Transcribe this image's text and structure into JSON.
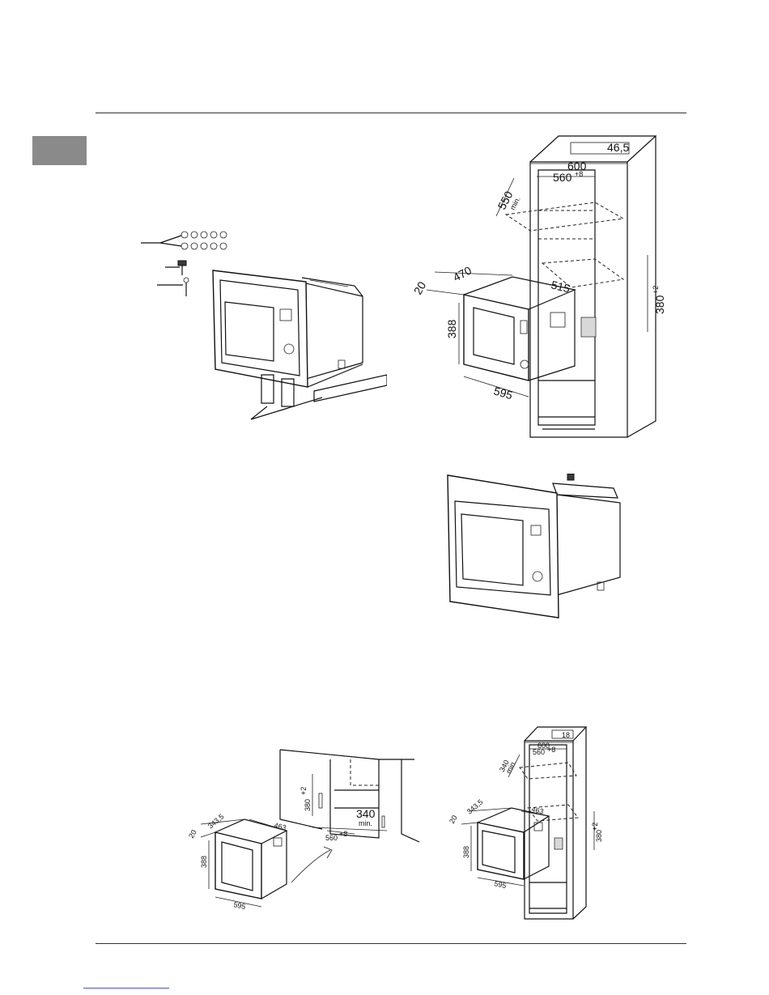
{
  "figure_top_right": {
    "dims": {
      "d_46_5": "46,5",
      "d_600": "600",
      "d_560": "560",
      "d_560_tol": "+8",
      "d_550": "550",
      "d_550_min": "min.",
      "d_470": "470",
      "d_20": "20",
      "d_515": "515",
      "d_388": "388",
      "d_380": "380",
      "d_380_tol": "+2",
      "d_595": "595"
    }
  },
  "figure_bottom_left": {
    "dims": {
      "d_380": "380",
      "d_380_tol": "+2",
      "d_340": "340",
      "d_340_min": "min.",
      "d_560": "560",
      "d_560_tol": "+8",
      "d_20": "20",
      "d_343_5": "343,5",
      "d_463": "463",
      "d_388": "388",
      "d_595": "595"
    }
  },
  "figure_bottom_right": {
    "dims": {
      "d_18": "18",
      "d_600": "600",
      "d_560": "560",
      "d_560_tol": "+8",
      "d_340": "340",
      "d_340_min": "min.",
      "d_20": "20",
      "d_343_5": "343,5",
      "d_463": "463",
      "d_388": "388",
      "d_380": "380",
      "d_380_tol": "+2",
      "d_595": "595"
    }
  }
}
